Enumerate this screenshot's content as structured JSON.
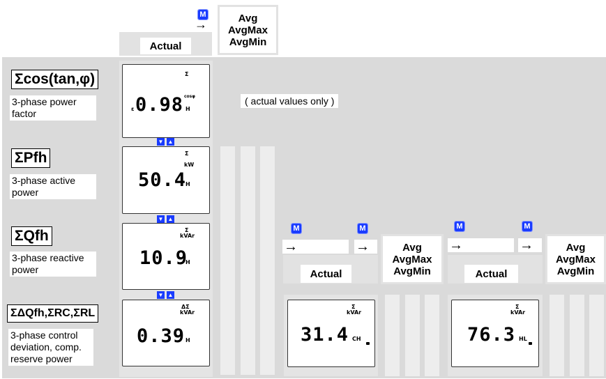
{
  "mode_button": "M",
  "arrow": "→",
  "up_down": [
    "▼",
    "▲"
  ],
  "header": {
    "actual_label": "Actual",
    "avg_lines": [
      "Avg",
      "AvgMax",
      "AvgMin"
    ]
  },
  "note": "( actual values only )",
  "rows": [
    {
      "title": "Σcos(tan,φ)",
      "description": "3-phase power factor",
      "display": {
        "value": "0.98",
        "prefix": "ε",
        "top": "Σ",
        "unit": "cosφ",
        "suffix": "H"
      }
    },
    {
      "title": "ΣPfh",
      "description": "3-phase active power",
      "display": {
        "value": "50.4",
        "top": "Σ",
        "unit": "kW",
        "suffix": "H"
      }
    },
    {
      "title": "ΣQfh",
      "description": "3-phase reactive power",
      "display": {
        "value": "10.9",
        "top": "Σ",
        "unit": "kVAr",
        "suffix": "H"
      }
    },
    {
      "title": "ΣΔQfh,ΣRC,ΣRL",
      "description": "3-phase control deviation, comp. reserve power",
      "display": {
        "value": "0.39",
        "top": "ΔΣ",
        "unit": "kVAr",
        "suffix": "H"
      }
    }
  ],
  "sub_panels": [
    {
      "actual_label": "Actual",
      "avg_lines": [
        "Avg",
        "AvgMax",
        "AvgMin"
      ],
      "display": {
        "value": "31.4",
        "top": "Σ",
        "unit": "kVAr",
        "suffix": "CH"
      }
    },
    {
      "actual_label": "Actual",
      "avg_lines": [
        "Avg",
        "AvgMax",
        "AvgMin"
      ],
      "display": {
        "value": "76.3",
        "top": "Σ",
        "unit": "kVAr",
        "suffix": "HL"
      }
    }
  ]
}
